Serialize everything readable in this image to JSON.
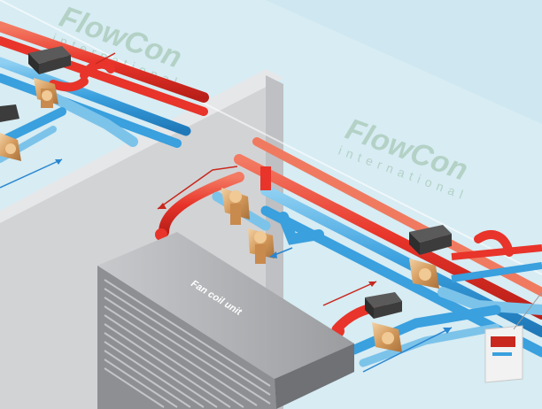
{
  "brand": {
    "name": "FlowCon",
    "tagline": "international"
  },
  "unit": {
    "label": "Fan coil unit"
  },
  "colors": {
    "wall_back": "#d7ecf3",
    "wall_side": "#c6e2ec",
    "wall_gray": "#d2d3d5",
    "hot_pipe": "#e8342a",
    "hot_pipe_light": "#f07a60",
    "cold_pipe": "#3aa0de",
    "cold_pipe_light": "#7cc3ea",
    "valve_brass": "#d9a066",
    "actuator": "#3c3c3c",
    "fcu_body": "#a0a2a6",
    "flow_arrow_red": "#c8281e",
    "flow_arrow_blue": "#2a86d0",
    "watermark": "#a9c9b8"
  },
  "icons": [
    "balancing-valve-icon",
    "actuator-icon",
    "thermostat-icon",
    "flow-arrow-icon"
  ]
}
